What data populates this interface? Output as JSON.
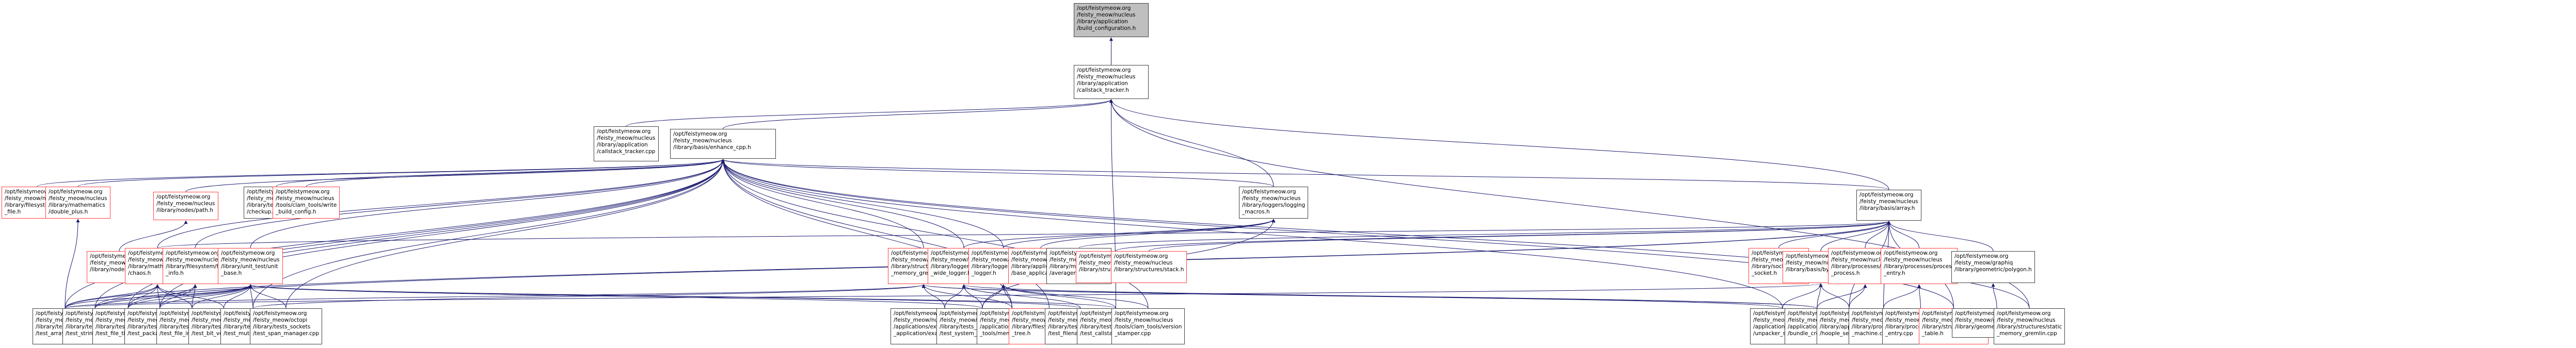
{
  "graph": {
    "title": "Include dependency graph (included-by) for build_configuration.h",
    "edge_color": "#191970",
    "node_border_default": "#404040",
    "node_border_red": "#ff4040",
    "root_fill": "#bfbfbf",
    "nodes": [
      {
        "id": "root",
        "label": "/opt/feistymeow.org\n/feisty_meow/nucleus\n/library/application\n/build_configuration.h",
        "style": "root"
      },
      {
        "id": "callstack_h",
        "label": "/opt/feistymeow.org\n/feisty_meow/nucleus\n/library/application\n/callstack_tracker.h",
        "style": "normal"
      },
      {
        "id": "callstack_cpp",
        "label": "/opt/feistymeow.org\n/feisty_meow/nucleus\n/library/application\n/callstack_tracker.cpp",
        "style": "normal"
      },
      {
        "id": "enhance_cpp",
        "label": "/opt/feistymeow.org\n/feisty_meow/nucleus\n/library/basis/enhance_cpp.h",
        "style": "normal"
      },
      {
        "id": "huge_file",
        "label": "/opt/feistymeow.org\n/feisty_meow/nucleus\n/library/filesystem/huge\n_file.h",
        "style": "red"
      },
      {
        "id": "double_plus",
        "label": "/opt/feistymeow.org\n/feisty_meow/nucleus\n/library/mathematics\n/double_plus.h",
        "style": "red"
      },
      {
        "id": "path_h",
        "label": "/opt/feistymeow.org\n/feisty_meow/nucleus\n/library/nodes/path.h",
        "style": "red"
      },
      {
        "id": "checkup",
        "label": "/opt/feistymeow.org\n/feisty_meow/nucleus\n/library/tests_basis\n/checkup.cpp",
        "style": "normal"
      },
      {
        "id": "write_build",
        "label": "/opt/feistymeow.org\n/feisty_meow/nucleus\n/tools/clam_tools/write\n_build_config.h",
        "style": "red"
      },
      {
        "id": "logging_macros",
        "label": "/opt/feistymeow.org\n/feisty_meow/nucleus\n/library/loggers/logging\n_macros.h",
        "style": "normal"
      },
      {
        "id": "array_h",
        "label": "/opt/feistymeow.org\n/feisty_meow/nucleus\n/library/basis/array.h",
        "style": "normal"
      },
      {
        "id": "tree_h",
        "label": "/opt/feistymeow.org\n/feisty_meow/nucleus\n/library/nodes/tree.h",
        "style": "red"
      },
      {
        "id": "chaos",
        "label": "/opt/feistymeow.org\n/feisty_meow/nucleus\n/library/mathematics\n/chaos.h",
        "style": "red"
      },
      {
        "id": "file_info",
        "label": "/opt/feistymeow.org\n/feisty_meow/nucleus\n/library/filesystem/file\n_info.h",
        "style": "red"
      },
      {
        "id": "unit_base",
        "label": "/opt/feistymeow.org\n/feisty_meow/nucleus\n/library/unit_test/unit\n_base.h",
        "style": "red"
      },
      {
        "id": "static_gremlin_h",
        "label": "/opt/feistymeow.org\n/feisty_meow/nucleus\n/library/structures/static\n_memory_gremlin.h",
        "style": "red"
      },
      {
        "id": "program_wide",
        "label": "/opt/feistymeow.org\n/feisty_meow/nucleus\n/library/loggers/program\n_wide_logger.h",
        "style": "red"
      },
      {
        "id": "console_logger",
        "label": "/opt/feistymeow.org\n/feisty_meow/nucleus\n/library/loggers/console\n_logger.h",
        "style": "red"
      },
      {
        "id": "base_app",
        "label": "/opt/feistymeow.org\n/feisty_meow/nucleus\n/library/application\n/base_application.h",
        "style": "red"
      },
      {
        "id": "averager",
        "label": "/opt/feistymeow.org\n/feisty_meow/nucleus\n/library/mathematics\n/averager.h",
        "style": "normal"
      },
      {
        "id": "matrix",
        "label": "/opt/feistymeow.org\n/feisty_meow/nucleus\n/library/structures/matrix.h",
        "style": "red"
      },
      {
        "id": "stack",
        "label": "/opt/feistymeow.org\n/feisty_meow/nucleus\n/library/structures/stack.h",
        "style": "red"
      },
      {
        "id": "raw_socket",
        "label": "/opt/feistymeow.org\n/feisty_meow/octopi\n/library/sockets/raw\n_socket.h",
        "style": "red"
      },
      {
        "id": "byte_array",
        "label": "/opt/feistymeow.org\n/feisty_meow/nucleus\n/library/basis/byte_array.h",
        "style": "red"
      },
      {
        "id": "launch_process",
        "label": "/opt/feistymeow.org\n/feisty_meow/nucleus\n/library/processes/launch\n_process.h",
        "style": "red"
      },
      {
        "id": "process_entry_h",
        "label": "/opt/feistymeow.org\n/feisty_meow/nucleus\n/library/processes/process\n_entry.h",
        "style": "red"
      },
      {
        "id": "polygon_h",
        "label": "/opt/feistymeow.org\n/feisty_meow/graphiq\n/library/geometric/polygon.h",
        "style": "normal"
      },
      {
        "id": "test_array",
        "label": "/opt/feistymeow.org\n/feisty_meow/nucleus\n/library/tests_basis\n/test_array.cpp",
        "style": "normal"
      },
      {
        "id": "test_string",
        "label": "/opt/feistymeow.org\n/feisty_meow/nucleus\n/library/tests_basis\n/test_string.cpp",
        "style": "normal"
      },
      {
        "id": "test_file_time",
        "label": "/opt/feistymeow.org\n/feisty_meow/nucleus\n/library/tests_filesystem\n/test_file_time.cpp",
        "style": "normal"
      },
      {
        "id": "test_packable_tree",
        "label": "/opt/feistymeow.org\n/feisty_meow/nucleus\n/library/tests_nodes\n/test_packable_tree.cpp",
        "style": "normal"
      },
      {
        "id": "test_file_info",
        "label": "/opt/feistymeow.org\n/feisty_meow/nucleus\n/library/tests_filesystem\n/test_file_info.cpp",
        "style": "normal"
      },
      {
        "id": "test_bit_vector",
        "label": "/opt/feistymeow.org\n/feisty_meow/nucleus\n/library/tests_structures\n/test_bit_vector.cpp",
        "style": "normal"
      },
      {
        "id": "test_mutex",
        "label": "/opt/feistymeow.org\n/feisty_meow/nucleus\n/library/tests_basis\n/test_mutex.cpp",
        "style": "normal"
      },
      {
        "id": "test_span_manager",
        "label": "/opt/feistymeow.org\n/feisty_meow/octopi\n/library/tests_sockets\n/test_span_manager.cpp",
        "style": "normal"
      },
      {
        "id": "example_app",
        "label": "/opt/feistymeow.org\n/feisty_meow/nucleus\n/applications/example\n_application/example_application.cpp",
        "style": "normal"
      },
      {
        "id": "test_sys_precond",
        "label": "/opt/feistymeow.org\n/feisty_meow/nucleus\n/library/tests_basis\n/test_system_preconditions.cpp",
        "style": "normal"
      },
      {
        "id": "memory_hog",
        "label": "/opt/feistymeow.org\n/feisty_meow/nucleus\n/applications/load_test\n_tools/memory_hog.cpp",
        "style": "normal"
      },
      {
        "id": "directory_tree",
        "label": "/opt/feistymeow.org\n/feisty_meow/nucleus\n/library/filesystem/directory\n_tree.h",
        "style": "red"
      },
      {
        "id": "test_filename",
        "label": "/opt/feistymeow.org\n/feisty_meow/nucleus\n/library/tests_filesystem\n/test_filename.cpp",
        "style": "normal"
      },
      {
        "id": "test_callstack",
        "label": "/opt/feistymeow.org\n/feisty_meow/nucleus\n/library/tests_application\n/test_callstack_tracker.cpp",
        "style": "normal"
      },
      {
        "id": "version_stamper",
        "label": "/opt/feistymeow.org\n/feisty_meow/nucleus\n/tools/clam_tools/version\n_stamper.cpp",
        "style": "normal"
      },
      {
        "id": "unpacker_stub",
        "label": "/opt/feistymeow.org\n/feisty_meow/nucleus\n/applications/bundler\n/unpacker_stub.cpp",
        "style": "normal"
      },
      {
        "id": "bundle_creator",
        "label": "/opt/feistymeow.org\n/feisty_meow/nucleus\n/applications/bundler\n/bundle_creator.cpp",
        "style": "normal"
      },
      {
        "id": "hoople_service",
        "label": "/opt/feistymeow.org\n/feisty_meow/nucleus\n/library/application\n/hoople_service.cpp",
        "style": "normal"
      },
      {
        "id": "state_machine",
        "label": "/opt/feistymeow.org\n/feisty_meow/nucleus\n/library/processes/state\n_machine.cpp",
        "style": "normal"
      },
      {
        "id": "process_entry_cpp",
        "label": "/opt/feistymeow.org\n/feisty_meow/nucleus\n/library/processes/process\n_entry.cpp",
        "style": "normal"
      },
      {
        "id": "hash_table",
        "label": "/opt/feistymeow.org\n/feisty_meow/nucleus\n/library/structures/hash\n_table.h",
        "style": "red"
      },
      {
        "id": "polygon_cpp",
        "label": "/opt/feistymeow.org\n/feisty_meow/graphiq\n/library/geometric/polygon.cpp",
        "style": "normal"
      },
      {
        "id": "static_gremlin_cpp",
        "label": "/opt/feistymeow.org\n/feisty_meow/nucleus\n/library/structures/static\n_memory_gremlin.cpp",
        "style": "normal"
      }
    ],
    "edges": [
      [
        "callstack_h",
        "root"
      ],
      [
        "callstack_cpp",
        "callstack_h"
      ],
      [
        "enhance_cpp",
        "callstack_h"
      ],
      [
        "logging_macros",
        "callstack_h"
      ],
      [
        "array_h",
        "callstack_h"
      ],
      [
        "test_callstack",
        "callstack_h"
      ],
      [
        "static_gremlin_cpp",
        "callstack_h"
      ],
      [
        "huge_file",
        "enhance_cpp"
      ],
      [
        "double_plus",
        "enhance_cpp"
      ],
      [
        "path_h",
        "enhance_cpp"
      ],
      [
        "checkup",
        "enhance_cpp"
      ],
      [
        "write_build",
        "enhance_cpp"
      ],
      [
        "logging_macros",
        "enhance_cpp"
      ],
      [
        "array_h",
        "enhance_cpp"
      ],
      [
        "chaos",
        "enhance_cpp"
      ],
      [
        "file_info",
        "enhance_cpp"
      ],
      [
        "unit_base",
        "enhance_cpp"
      ],
      [
        "static_gremlin_h",
        "enhance_cpp"
      ],
      [
        "program_wide",
        "enhance_cpp"
      ],
      [
        "console_logger",
        "enhance_cpp"
      ],
      [
        "test_array",
        "enhance_cpp"
      ],
      [
        "test_string",
        "enhance_cpp"
      ],
      [
        "test_file_time",
        "enhance_cpp"
      ],
      [
        "test_packable_tree",
        "enhance_cpp"
      ],
      [
        "test_mutex",
        "enhance_cpp"
      ],
      [
        "test_span_manager",
        "enhance_cpp"
      ],
      [
        "memory_hog",
        "enhance_cpp"
      ],
      [
        "directory_tree",
        "enhance_cpp"
      ],
      [
        "version_stamper",
        "enhance_cpp"
      ],
      [
        "unpacker_stub",
        "enhance_cpp"
      ],
      [
        "hash_table",
        "enhance_cpp"
      ],
      [
        "static_gremlin_cpp",
        "enhance_cpp"
      ],
      [
        "test_array",
        "double_plus"
      ],
      [
        "tree_h",
        "path_h"
      ],
      [
        "base_app",
        "logging_macros"
      ],
      [
        "program_wide",
        "logging_macros"
      ],
      [
        "console_logger",
        "logging_macros"
      ],
      [
        "test_sys_precond",
        "logging_macros"
      ],
      [
        "averager",
        "array_h"
      ],
      [
        "matrix",
        "array_h"
      ],
      [
        "stack",
        "array_h"
      ],
      [
        "raw_socket",
        "array_h"
      ],
      [
        "byte_array",
        "array_h"
      ],
      [
        "launch_process",
        "array_h"
      ],
      [
        "process_entry_h",
        "array_h"
      ],
      [
        "polygon_h",
        "array_h"
      ],
      [
        "hash_table",
        "array_h"
      ],
      [
        "state_machine",
        "array_h"
      ],
      [
        "hoople_service",
        "array_h"
      ],
      [
        "test_array",
        "array_h"
      ],
      [
        "test_string",
        "array_h"
      ],
      [
        "chaos",
        "array_h"
      ],
      [
        "test_array",
        "chaos"
      ],
      [
        "test_string",
        "chaos"
      ],
      [
        "test_file_time",
        "chaos"
      ],
      [
        "test_packable_tree",
        "chaos"
      ],
      [
        "test_file_info",
        "chaos"
      ],
      [
        "test_bit_vector",
        "chaos"
      ],
      [
        "test_file_time",
        "file_info"
      ],
      [
        "test_file_info",
        "file_info"
      ],
      [
        "test_packable_tree",
        "file_info"
      ],
      [
        "test_array",
        "unit_base"
      ],
      [
        "test_string",
        "unit_base"
      ],
      [
        "test_file_time",
        "unit_base"
      ],
      [
        "test_packable_tree",
        "unit_base"
      ],
      [
        "test_file_info",
        "unit_base"
      ],
      [
        "test_bit_vector",
        "unit_base"
      ],
      [
        "test_mutex",
        "unit_base"
      ],
      [
        "test_span_manager",
        "unit_base"
      ],
      [
        "test_filename",
        "unit_base"
      ],
      [
        "test_callstack",
        "unit_base"
      ],
      [
        "test_sys_precond",
        "unit_base"
      ],
      [
        "test_array",
        "static_gremlin_h"
      ],
      [
        "example_app",
        "static_gremlin_h"
      ],
      [
        "memory_hog",
        "static_gremlin_h"
      ],
      [
        "unpacker_stub",
        "static_gremlin_h"
      ],
      [
        "bundle_creator",
        "static_gremlin_h"
      ],
      [
        "test_mutex",
        "static_gremlin_h"
      ],
      [
        "example_app",
        "program_wide"
      ],
      [
        "test_sys_precond",
        "program_wide"
      ],
      [
        "test_filename",
        "program_wide"
      ],
      [
        "bundle_creator",
        "program_wide"
      ],
      [
        "test_sys_precond",
        "console_logger"
      ],
      [
        "memory_hog",
        "console_logger"
      ],
      [
        "test_callstack",
        "console_logger"
      ],
      [
        "version_stamper",
        "console_logger"
      ],
      [
        "unpacker_stub",
        "byte_array"
      ],
      [
        "bundle_creator",
        "byte_array"
      ],
      [
        "hoople_service",
        "byte_array"
      ],
      [
        "test_array",
        "byte_array"
      ],
      [
        "bundle_creator",
        "launch_process"
      ],
      [
        "hoople_service",
        "launch_process"
      ],
      [
        "process_entry_cpp",
        "process_entry_h"
      ],
      [
        "state_machine",
        "process_entry_h"
      ],
      [
        "polygon_cpp",
        "polygon_h"
      ]
    ]
  }
}
